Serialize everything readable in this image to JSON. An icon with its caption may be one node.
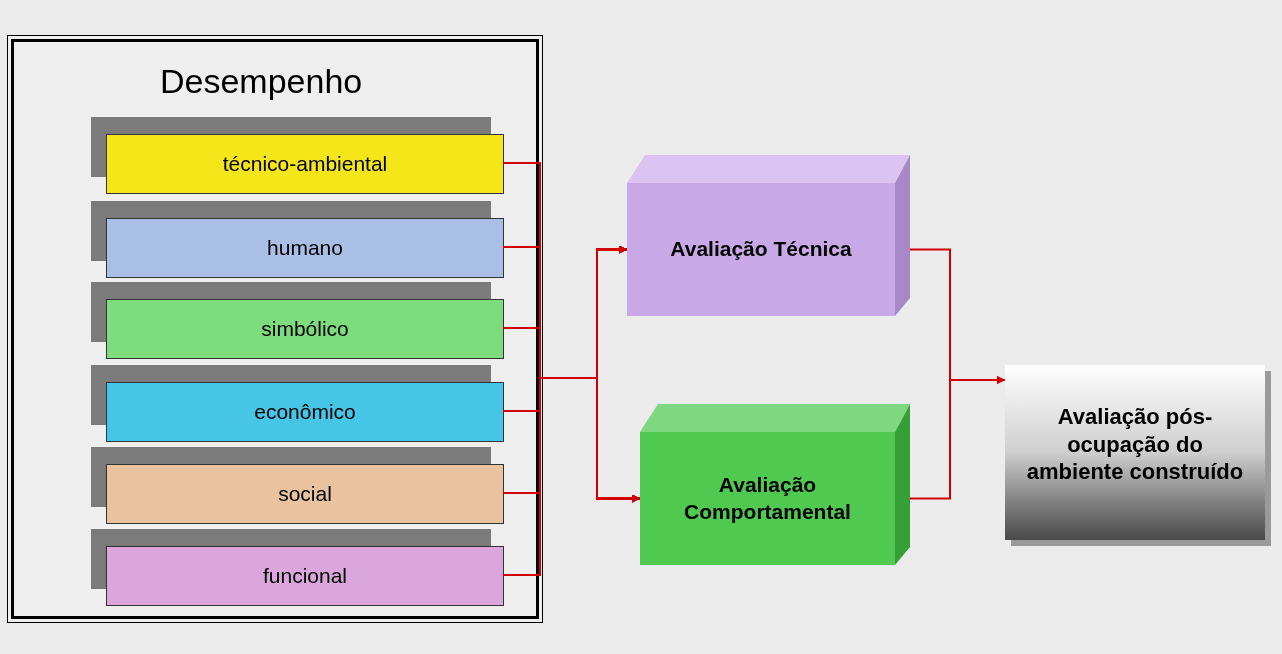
{
  "diagram": {
    "nodes": [
      {
        "text": [
          "Desempenho"
        ]
      },
      {
        "text": [
          "técnico-ambiental"
        ],
        "in": 0
      },
      {
        "text": [
          "humano"
        ],
        "in": 0
      },
      {
        "text": [
          "simbólico"
        ],
        "in": 0
      },
      {
        "text": [
          "econômico"
        ],
        "in": 0
      },
      {
        "text": [
          "social"
        ],
        "in": 0
      },
      {
        "text": [
          "funcional"
        ],
        "in": 0
      },
      {
        "text": [
          "Avaliação Técnica"
        ]
      },
      {
        "text": [
          "Avaliação Comportamental"
        ]
      },
      {
        "text": [
          "Avaliação pós-ocupação do ambiente construído"
        ]
      }
    ],
    "edges": [
      {
        "from": 1,
        "to": 7,
        "arrow": "to"
      },
      {
        "from": 1,
        "to": 8,
        "arrow": "to"
      },
      {
        "from": 2,
        "to": 7,
        "arrow": "to"
      },
      {
        "from": 2,
        "to": 8,
        "arrow": "to"
      },
      {
        "from": 3,
        "to": 7,
        "arrow": "to"
      },
      {
        "from": 3,
        "to": 8,
        "arrow": "to"
      },
      {
        "from": 4,
        "to": 7,
        "arrow": "to"
      },
      {
        "from": 4,
        "to": 8,
        "arrow": "to"
      },
      {
        "from": 5,
        "to": 7,
        "arrow": "to"
      },
      {
        "from": 5,
        "to": 8,
        "arrow": "to"
      },
      {
        "from": 6,
        "to": 7,
        "arrow": "to"
      },
      {
        "from": 6,
        "to": 8,
        "arrow": "to"
      },
      {
        "from": 7,
        "to": 9,
        "arrow": "to"
      },
      {
        "from": 8,
        "to": 9,
        "arrow": "to"
      }
    ]
  }
}
